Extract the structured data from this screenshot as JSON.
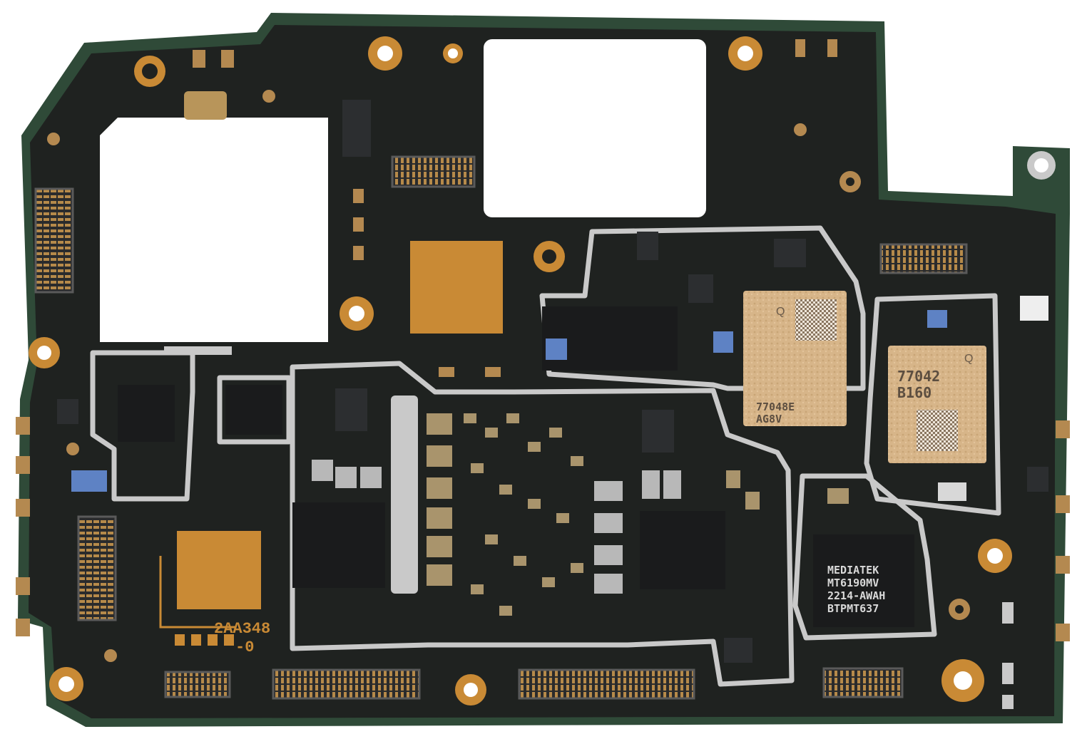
{
  "board": {
    "silkscreen_code": "2AA348",
    "silkscreen_rev": "-0"
  },
  "chips": {
    "mediatek": {
      "brand": "MEDIATEK",
      "model": "MT6190MV",
      "batch": "2214-AWAH",
      "lot": "BTPMT637"
    },
    "qorvo_a": {
      "logo": "Q",
      "line1": "77048E",
      "line2": "AG8V"
    },
    "qorvo_b": {
      "logo": "Q",
      "line1": "77042",
      "line2": "B160"
    }
  },
  "colors": {
    "pcb": "#1f2220",
    "pcb_edge": "#2f4a38",
    "copper": "#c98a35",
    "shield": "#c9c9c9",
    "chip_dark": "#1a1b1c",
    "chip_gold": "#d9b98c"
  }
}
